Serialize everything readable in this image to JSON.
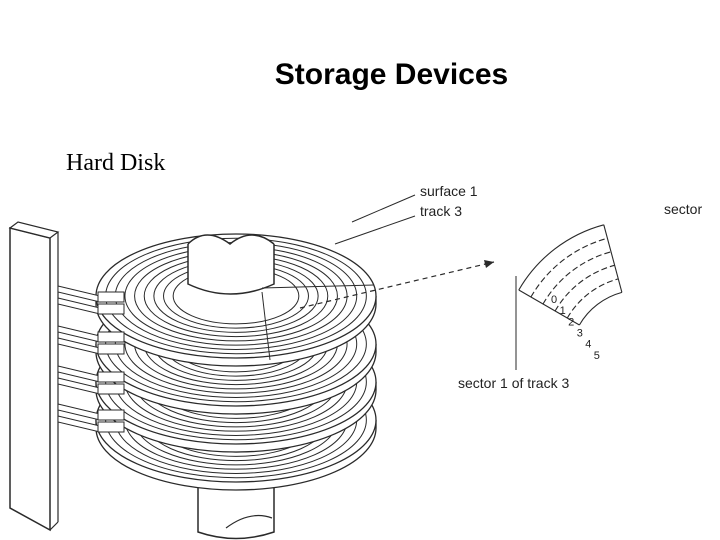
{
  "title": "Storage Devices",
  "subtitle": "Hard Disk",
  "diagram": {
    "labels": {
      "surface": "surface 1",
      "track": "track 3",
      "sector": "sector",
      "sector_of_track": "sector 1 of track 3"
    },
    "sector_numbers": [
      "0",
      "1",
      "2",
      "3",
      "4",
      "5"
    ],
    "platter_count": 4,
    "tracks_per_platter": 9,
    "colors": {
      "line": "#2a2a2a",
      "background": "#ffffff"
    }
  }
}
